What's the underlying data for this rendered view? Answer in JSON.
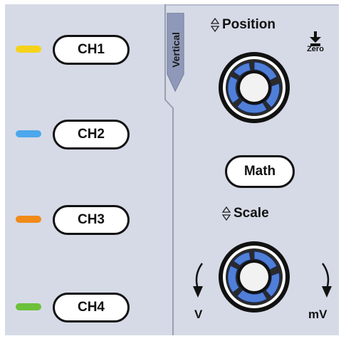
{
  "colors": {
    "panel_bg": "#d6dae6",
    "ch1_led": "#f5d31c",
    "ch2_led": "#4ba8ec",
    "ch3_led": "#f08a18",
    "ch4_led": "#6cc13a",
    "knob_ring": "#4f7fd8"
  },
  "channels": [
    {
      "label": "CH1",
      "led": "yellow"
    },
    {
      "label": "CH2",
      "led": "blue"
    },
    {
      "label": "CH3",
      "led": "orange"
    },
    {
      "label": "CH4",
      "led": "green"
    }
  ],
  "vertical": {
    "tab_label": "Vertical",
    "position_label": "Position",
    "zero_label": "Zero",
    "math_label": "Math",
    "scale_label": "Scale",
    "unit_left": "V",
    "unit_right": "mV"
  }
}
